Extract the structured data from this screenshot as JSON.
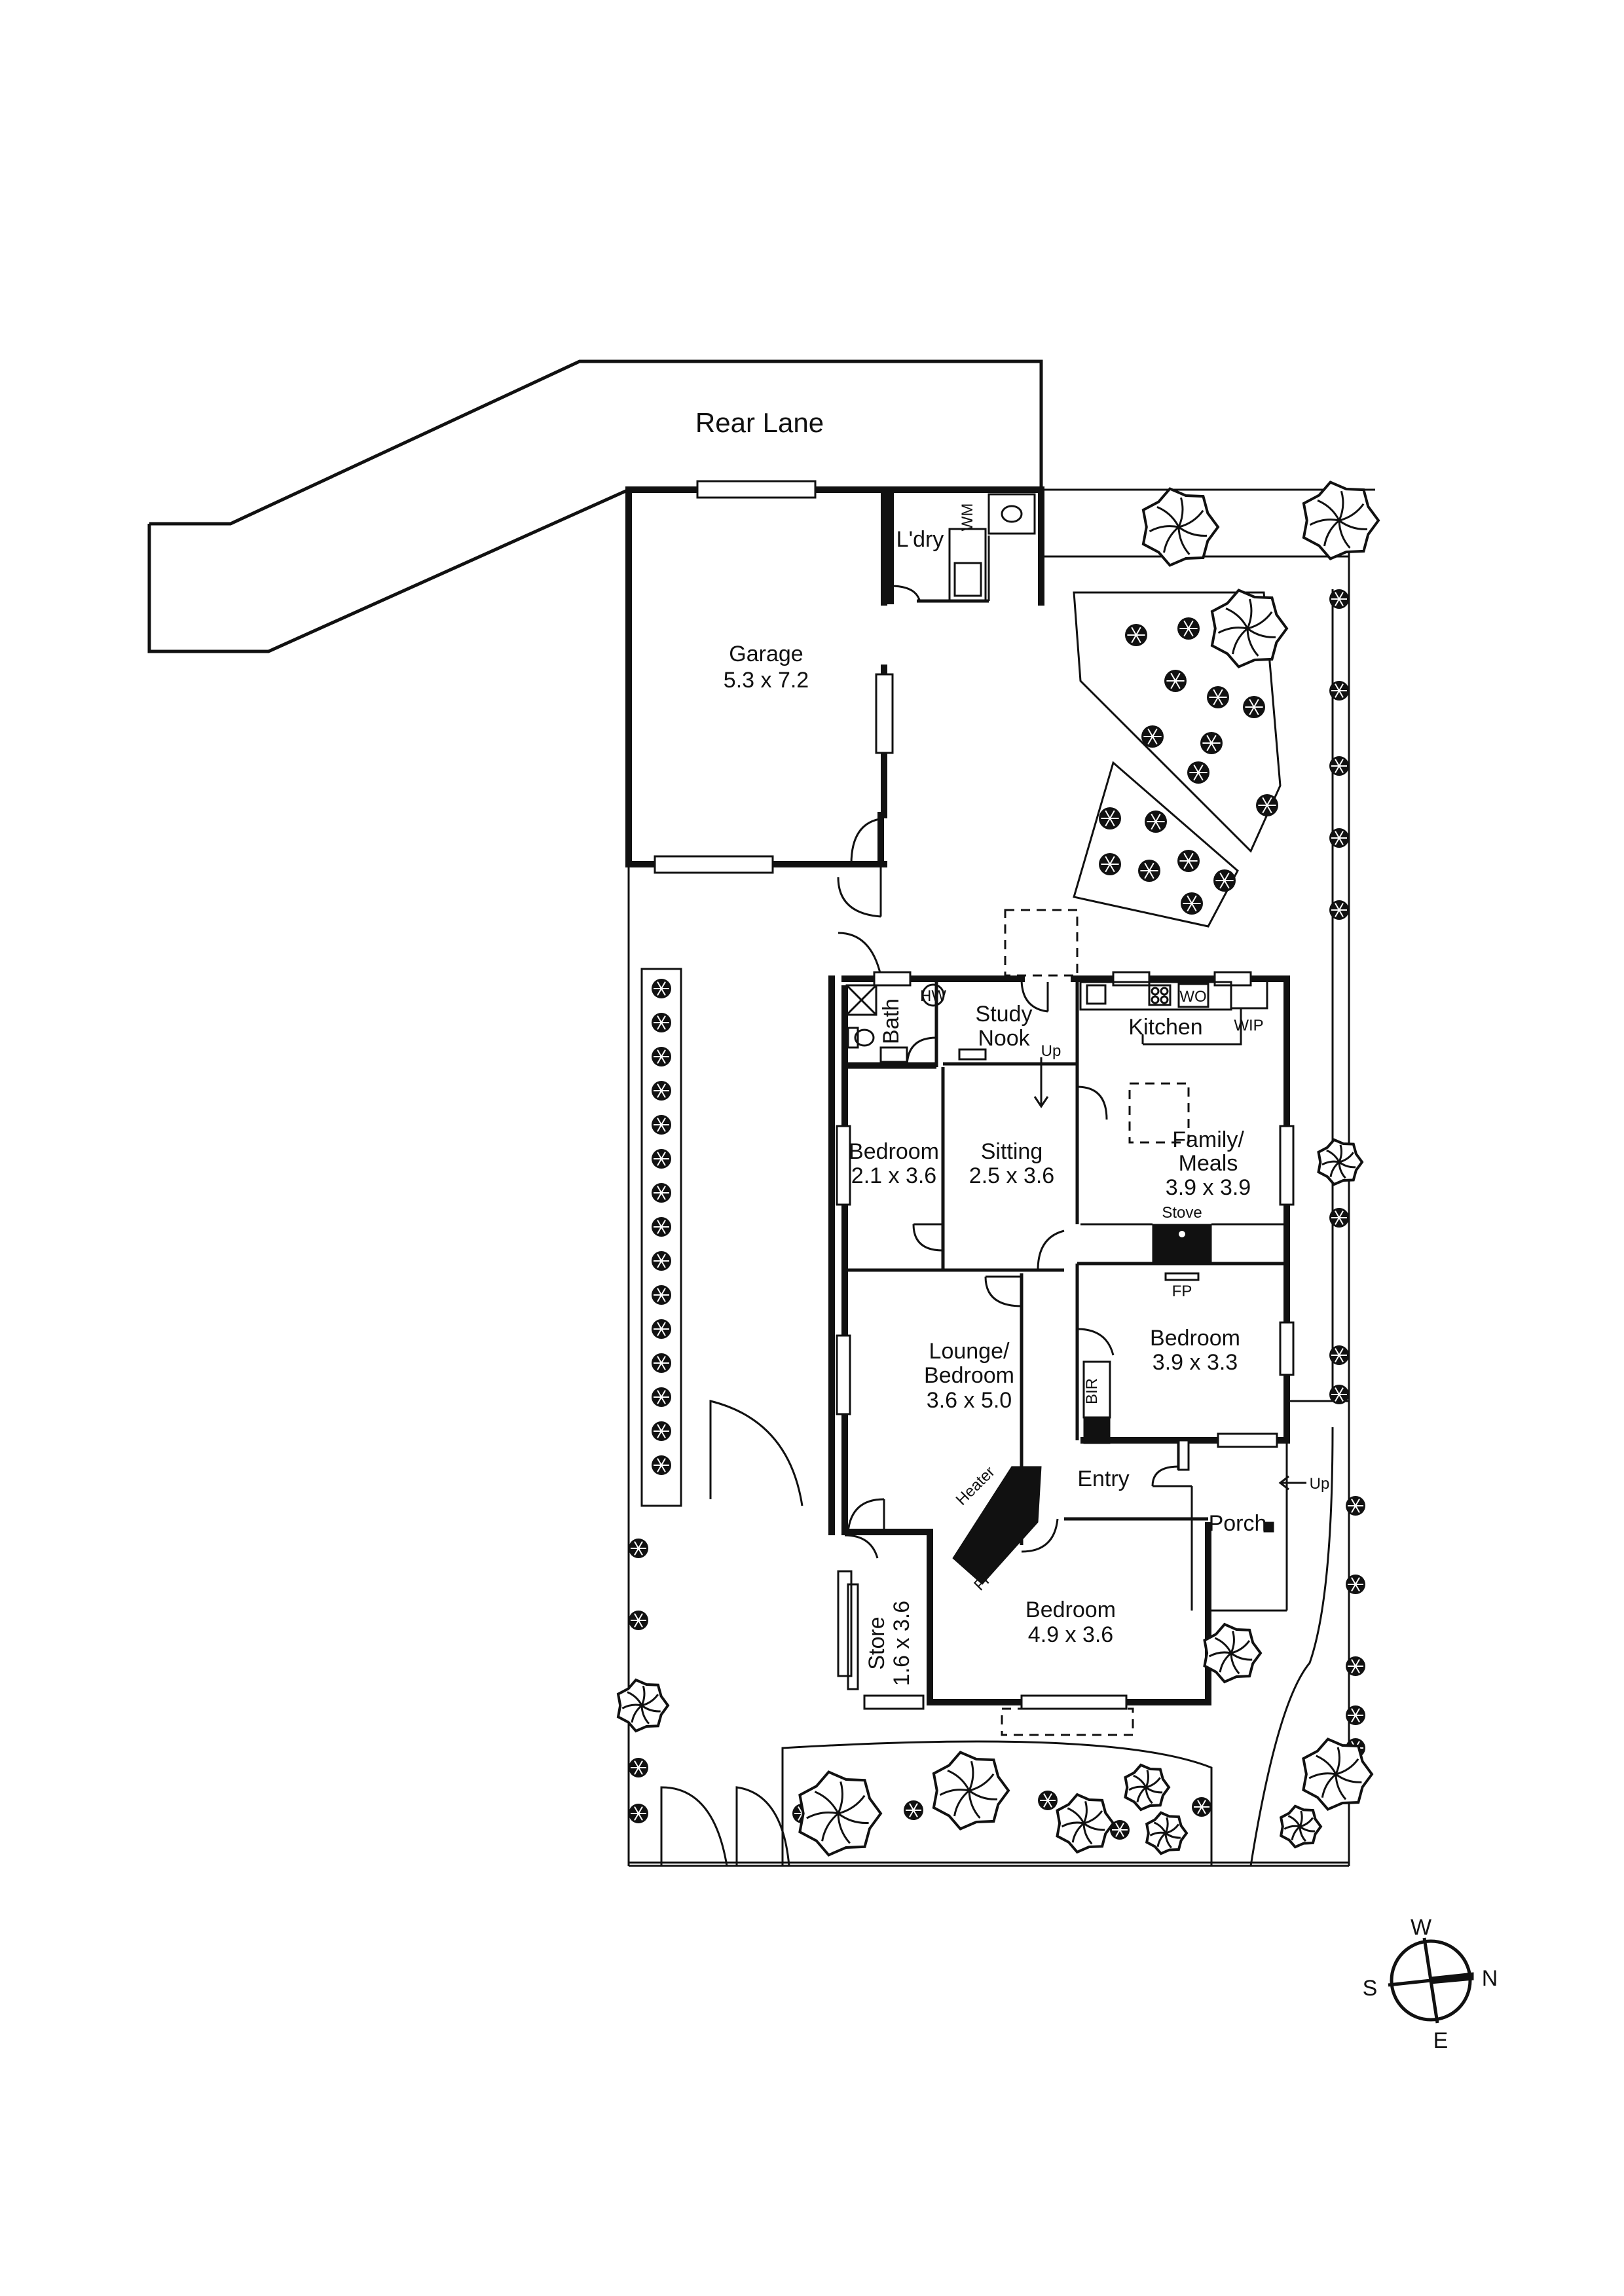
{
  "labels": {
    "rear_lane": "Rear Lane",
    "garage_name": "Garage",
    "garage_size": "5.3 x 7.2",
    "laundry": "L'dry",
    "wm": "WM",
    "bath": "Bath",
    "hw": "HW",
    "study_line1": "Study",
    "study_line2": "Nook",
    "up": "Up",
    "kitchen": "Kitchen",
    "wo": "WO",
    "wip": "WIP",
    "bedroom_small_name": "Bedroom",
    "bedroom_small_size": "2.1 x 3.6",
    "sitting_name": "Sitting",
    "sitting_size": "2.5 x 3.6",
    "family_line1": "Family/",
    "family_line2": "Meals",
    "family_size": "3.9 x 3.9",
    "stove": "Stove",
    "fp": "FP",
    "lounge_line1": "Lounge/",
    "lounge_line2": "Bedroom",
    "lounge_size": "3.6 x 5.0",
    "bedroom_east_name": "Bedroom",
    "bedroom_east_size": "3.9 x 3.3",
    "bir": "BIR",
    "entry": "Entry",
    "porch": "Porch",
    "porch_up": "Up",
    "heater": "Heater",
    "store_name": "Store",
    "store_size": "1.6 x 3.6",
    "bedroom_front_name": "Bedroom",
    "bedroom_front_size": "4.9 x 3.6"
  },
  "compass": {
    "w": "W",
    "n": "N",
    "s": "S",
    "e": "E"
  }
}
